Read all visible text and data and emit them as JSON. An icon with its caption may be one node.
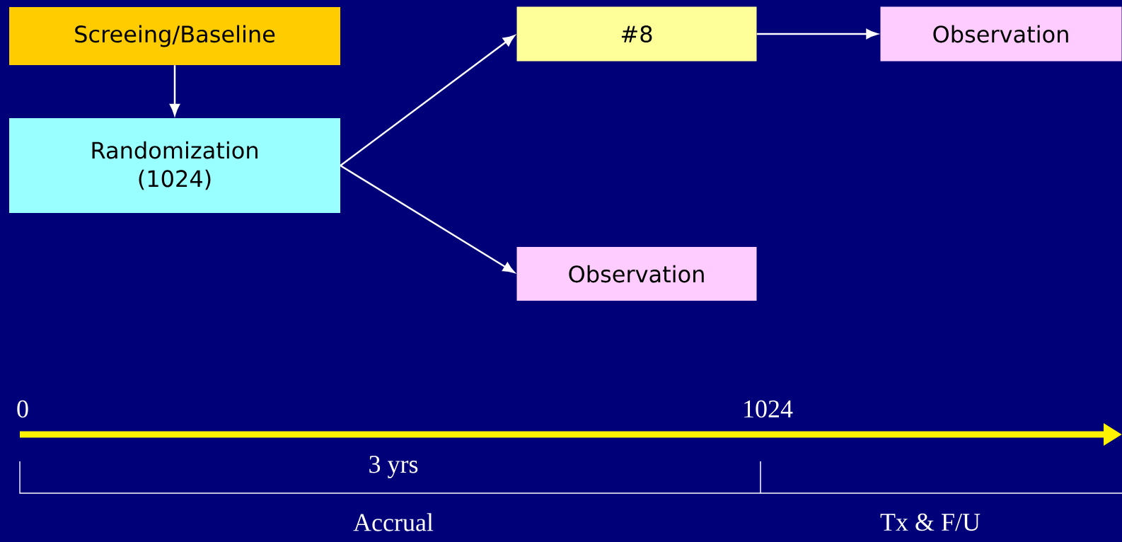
{
  "diagram": {
    "nodes": [
      {
        "text": [
          "Screeing/Baseline"
        ]
      },
      {
        "text": [
          "Randomization (1024)"
        ]
      },
      {
        "text": [
          "#8"
        ]
      },
      {
        "text": [
          "Observation"
        ]
      },
      {
        "text": [
          "Observation"
        ]
      }
    ],
    "edges": [
      {
        "from": 0,
        "to": 1,
        "arrow": "to"
      },
      {
        "from": 1,
        "to": 2,
        "arrow": "to"
      },
      {
        "from": 1,
        "to": 4,
        "arrow": "to"
      },
      {
        "from": 2,
        "to": 3,
        "arrow": "to"
      }
    ],
    "labels": [
      "0",
      "1024",
      "3 yrs",
      "Accrual",
      "Tx & F/U"
    ]
  }
}
